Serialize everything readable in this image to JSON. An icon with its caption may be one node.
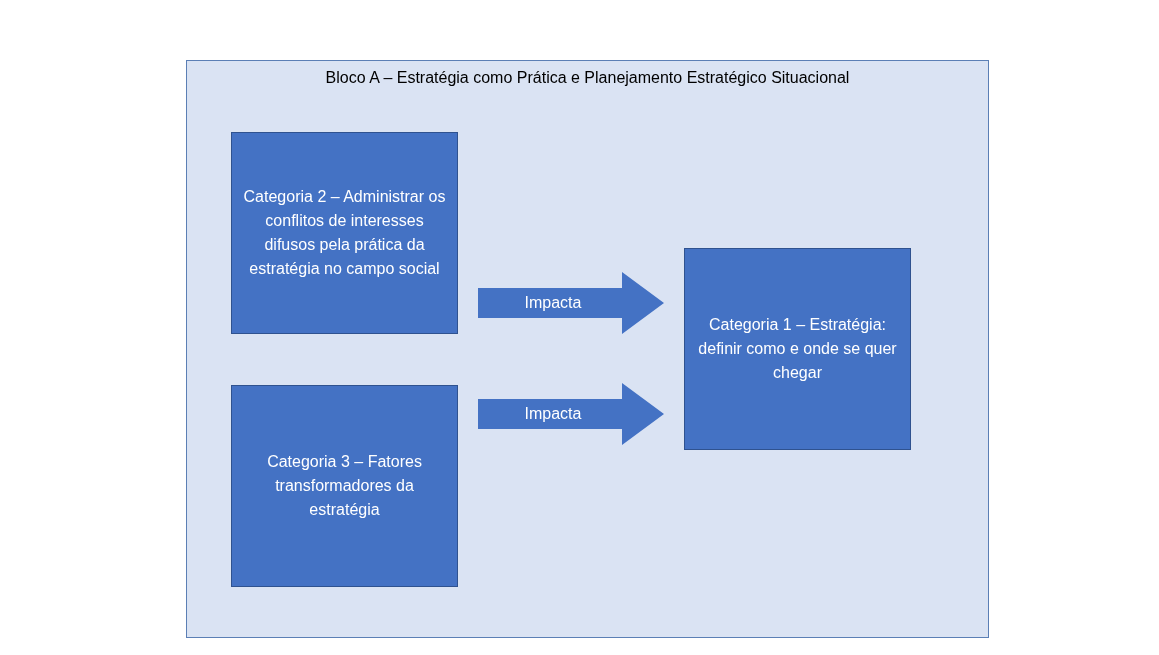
{
  "diagram": {
    "nodes": [
      {
        "text": [
          "Bloco A – Estratégia como Prática e Planejamento Estratégico Situacional"
        ]
      },
      {
        "text": [
          "Categoria 2 – Administrar os conflitos de interesses difusos pela prática da estratégia no campo social"
        ],
        "in": 0
      },
      {
        "text": [
          "Categoria 1 – Estratégia: definir como e onde se quer chegar"
        ],
        "in": 0
      },
      {
        "text": [
          "Categoria 3 – Fatores transformadores da estratégia"
        ],
        "in": 0
      }
    ],
    "edges": [
      {
        "from": 1,
        "to": 2,
        "arrow": "to",
        "label": "Impacta"
      },
      {
        "from": 3,
        "to": 2,
        "arrow": "to",
        "label": "Impacta"
      }
    ]
  }
}
